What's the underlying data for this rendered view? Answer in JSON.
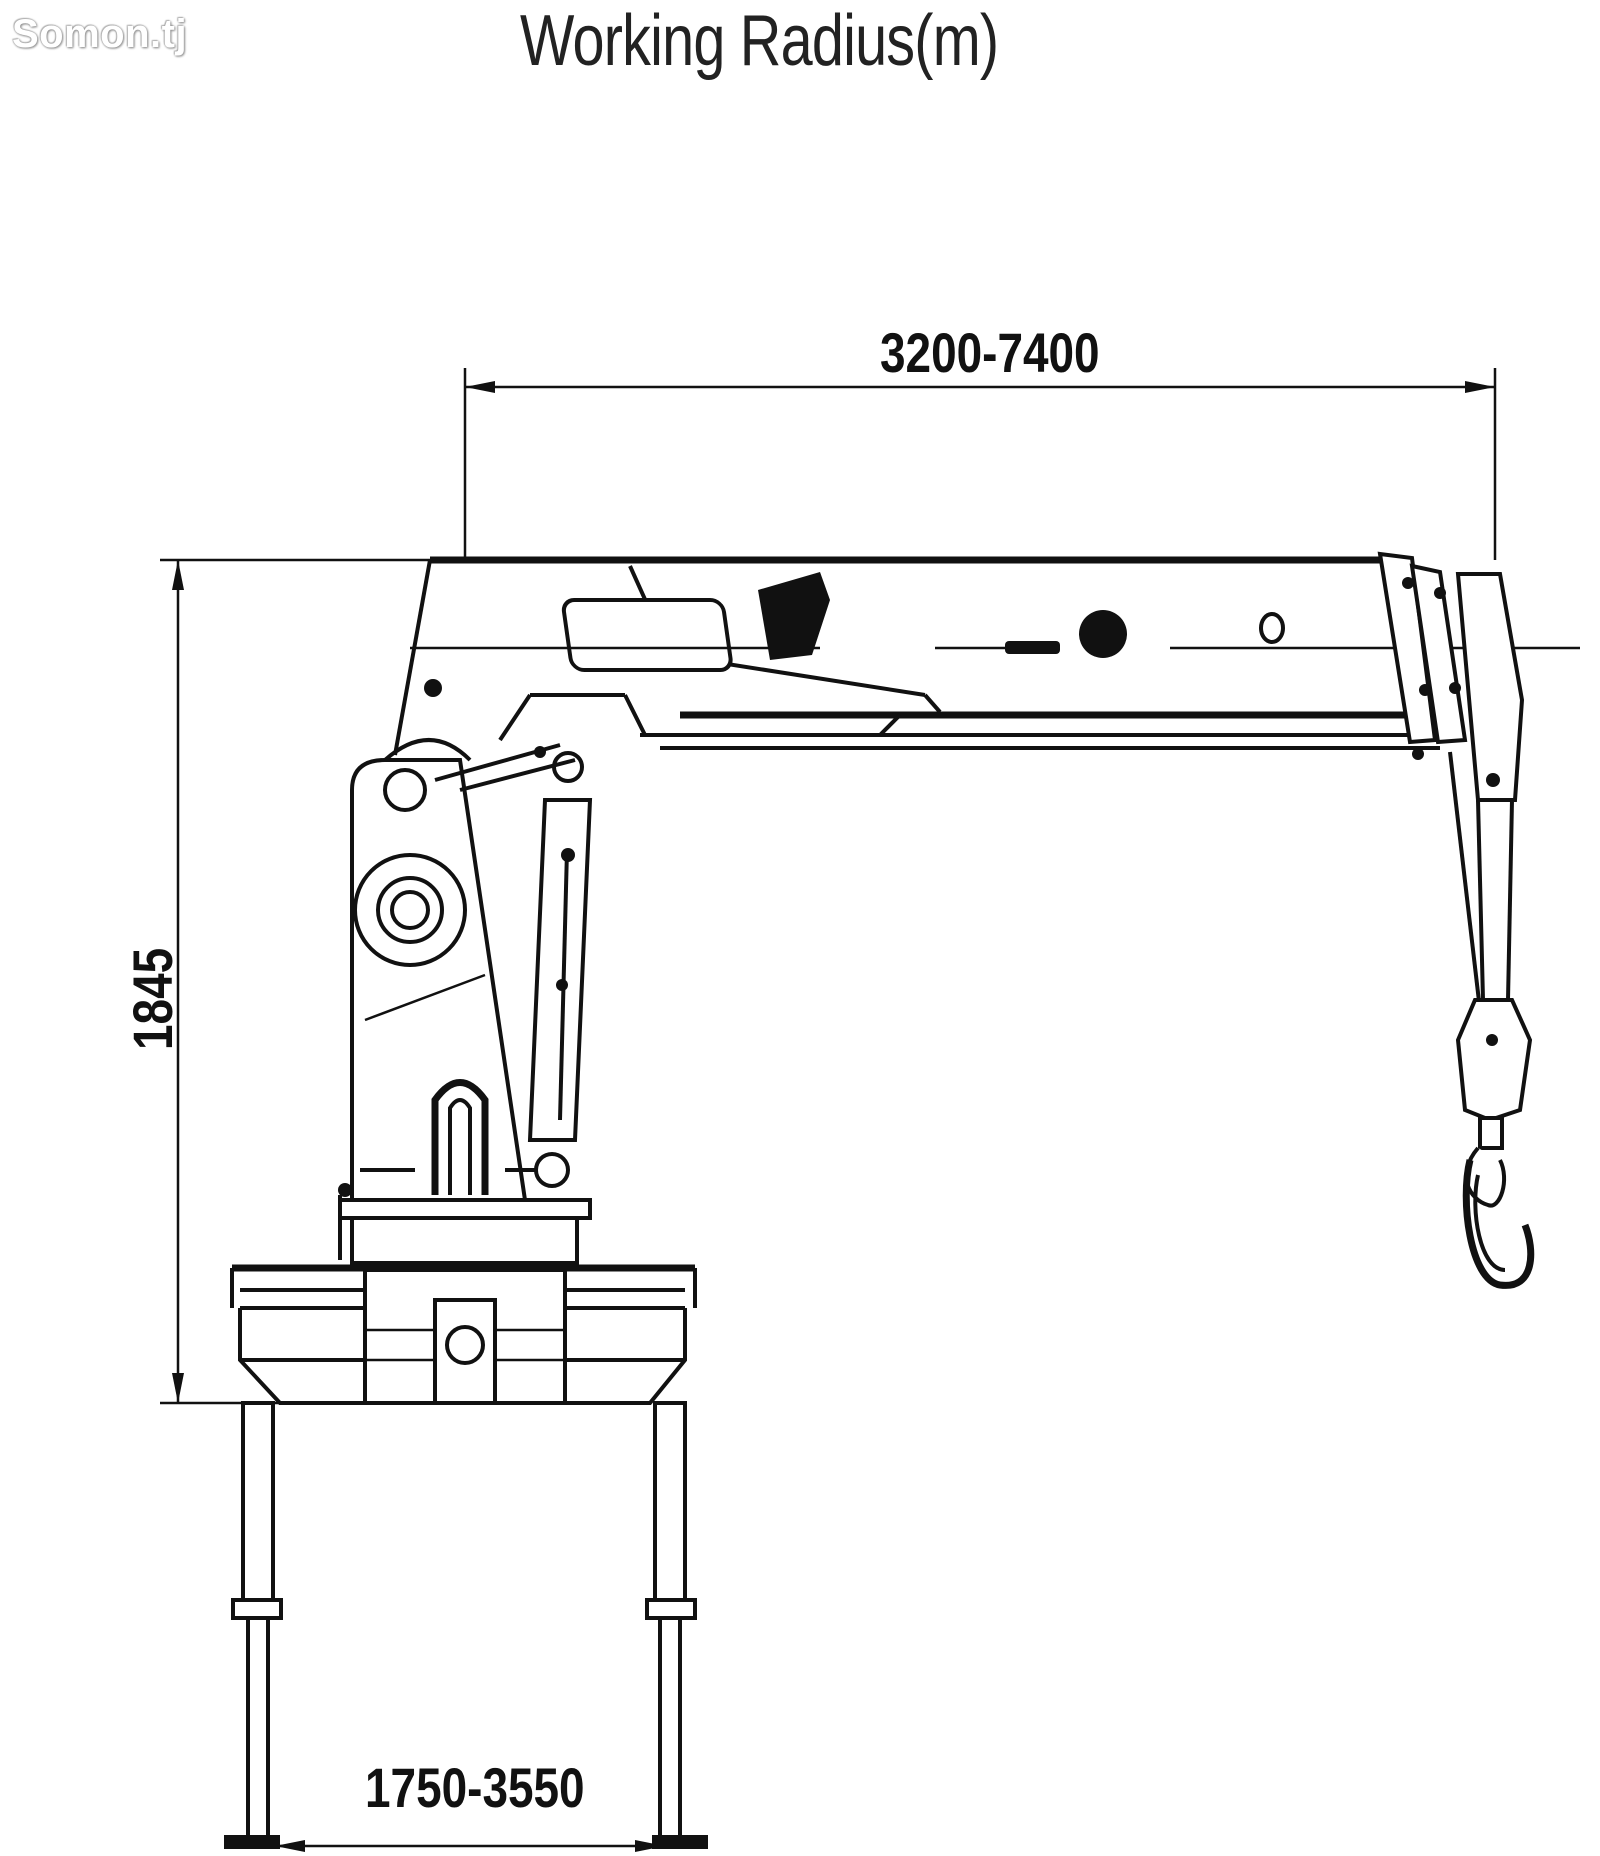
{
  "watermark": "Somon.tj",
  "title": "Working Radius(m)",
  "dimensions": {
    "working_radius": "3200-7400",
    "height": "1845",
    "outrigger_span": "1750-3550"
  }
}
